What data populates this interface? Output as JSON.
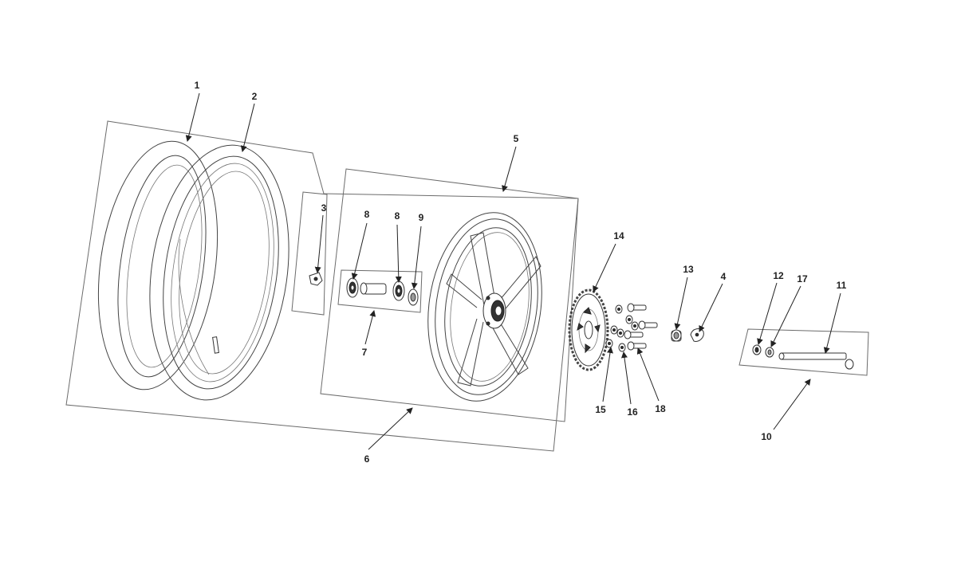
{
  "callouts": [
    {
      "id": "c1",
      "label": "1"
    },
    {
      "id": "c2",
      "label": "2"
    },
    {
      "id": "c3",
      "label": "3"
    },
    {
      "id": "c4",
      "label": "4"
    },
    {
      "id": "c5",
      "label": "5"
    },
    {
      "id": "c6",
      "label": "6"
    },
    {
      "id": "c7",
      "label": "7"
    },
    {
      "id": "c8a",
      "label": "8"
    },
    {
      "id": "c8b",
      "label": "8"
    },
    {
      "id": "c9",
      "label": "9"
    },
    {
      "id": "c10",
      "label": "10"
    },
    {
      "id": "c11",
      "label": "11"
    },
    {
      "id": "c12",
      "label": "12"
    },
    {
      "id": "c13",
      "label": "13"
    },
    {
      "id": "c14",
      "label": "14"
    },
    {
      "id": "c15",
      "label": "15"
    },
    {
      "id": "c16",
      "label": "16"
    },
    {
      "id": "c17",
      "label": "17"
    },
    {
      "id": "c18",
      "label": "18"
    }
  ],
  "colors": {
    "line": "#333333",
    "frame": "#6b6b6b",
    "background": "#ffffff"
  }
}
